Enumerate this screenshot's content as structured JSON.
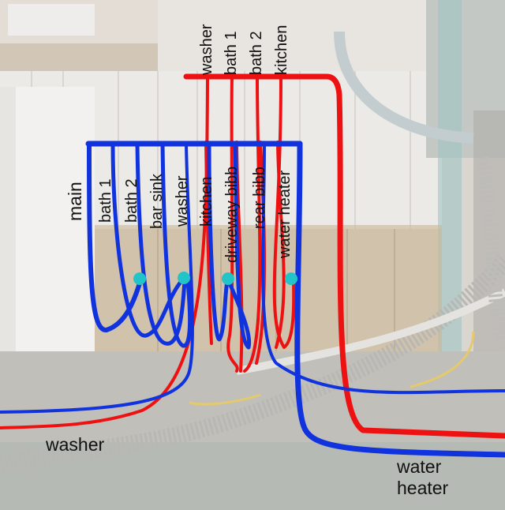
{
  "colors": {
    "hot": "#ee1111",
    "cold": "#1133dd",
    "valve": "#22c4c8",
    "background_photo": "#b9b2a8"
  },
  "hot_labels": [
    "washer",
    "bath 1",
    "bath 2",
    "kitchen"
  ],
  "cold_labels": [
    "main",
    "bath 1",
    "bath 2",
    "bar sink",
    "washer",
    "kitchen",
    "driveway bibb",
    "rear bibb",
    "water heater"
  ],
  "bottom_labels": {
    "washer": "washer",
    "water_heater_line1": "water",
    "water_heater_line2": "heater"
  }
}
